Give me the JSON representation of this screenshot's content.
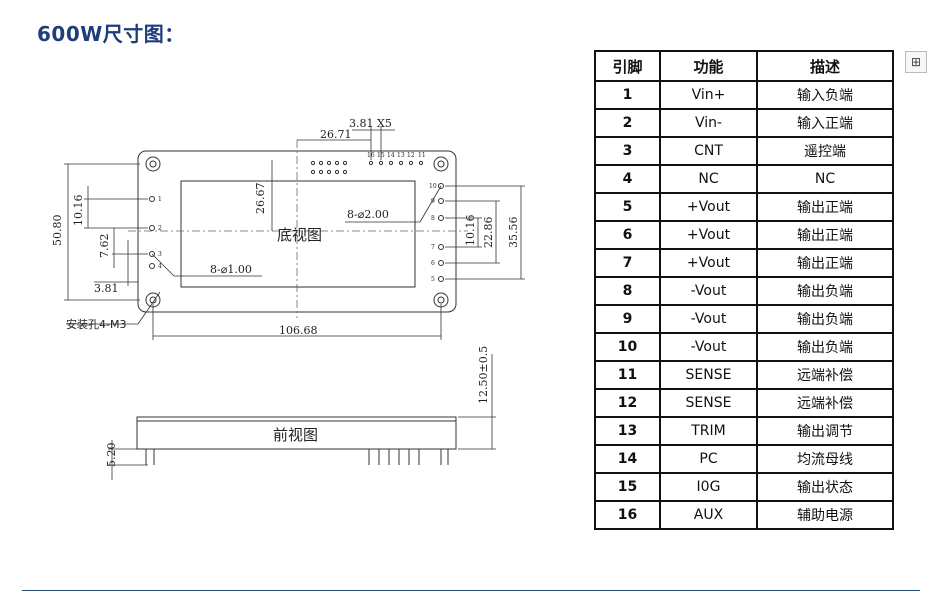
{
  "title": "600W尺寸图：",
  "bottom_view": {
    "label": "底视图",
    "dim_top_pitch": "3.81 X5",
    "dim_top_offset": "26.71",
    "dim_vertical_center": "26.67",
    "dim_left_total": "50.80",
    "dim_left_upper": "10.16",
    "dim_left_mid": "7.62",
    "dim_left_pitch": "3.81",
    "dim_right_a": "10.16",
    "dim_right_b": "22.86",
    "dim_right_c": "35.56",
    "dim_width": "106.68",
    "pins_large": "8-⌀2.00",
    "pins_small": "8-⌀1.00",
    "mount": "安装孔4-M3",
    "pin_labels_top": [
      "16",
      "15",
      "14",
      "13",
      "12",
      "11"
    ],
    "pin_labels_left": [
      "1",
      "2",
      "3",
      "4"
    ],
    "pin_labels_right": [
      "10",
      "9",
      "8",
      "7",
      "6",
      "5"
    ]
  },
  "front_view": {
    "label": "前视图",
    "dim_height": "12.50±0.5",
    "dim_pin": "5.20"
  },
  "table": {
    "headers": [
      "引脚",
      "功能",
      "描述"
    ],
    "rows": [
      {
        "pin": "1",
        "function": "Vin+",
        "description": "输入负端"
      },
      {
        "pin": "2",
        "function": "Vin-",
        "description": "输入正端"
      },
      {
        "pin": "3",
        "function": "CNT",
        "description": "遥控端"
      },
      {
        "pin": "4",
        "function": "NC",
        "description": "NC"
      },
      {
        "pin": "5",
        "function": "+Vout",
        "description": "输出正端"
      },
      {
        "pin": "6",
        "function": "+Vout",
        "description": "输出正端"
      },
      {
        "pin": "7",
        "function": "+Vout",
        "description": "输出正端"
      },
      {
        "pin": "8",
        "function": "-Vout",
        "description": "输出负端"
      },
      {
        "pin": "9",
        "function": "-Vout",
        "description": "输出负端"
      },
      {
        "pin": "10",
        "function": "-Vout",
        "description": "输出负端"
      },
      {
        "pin": "11",
        "function": "SENSE",
        "description": "远端补偿"
      },
      {
        "pin": "12",
        "function": "SENSE",
        "description": "远端补偿"
      },
      {
        "pin": "13",
        "function": "TRIM",
        "description": "输出调节"
      },
      {
        "pin": "14",
        "function": "PC",
        "description": "均流母线"
      },
      {
        "pin": "15",
        "function": "I0G",
        "description": "输出状态"
      },
      {
        "pin": "16",
        "function": "AUX",
        "description": "辅助电源"
      }
    ]
  },
  "icons": {
    "zoom": "expand-icon"
  }
}
